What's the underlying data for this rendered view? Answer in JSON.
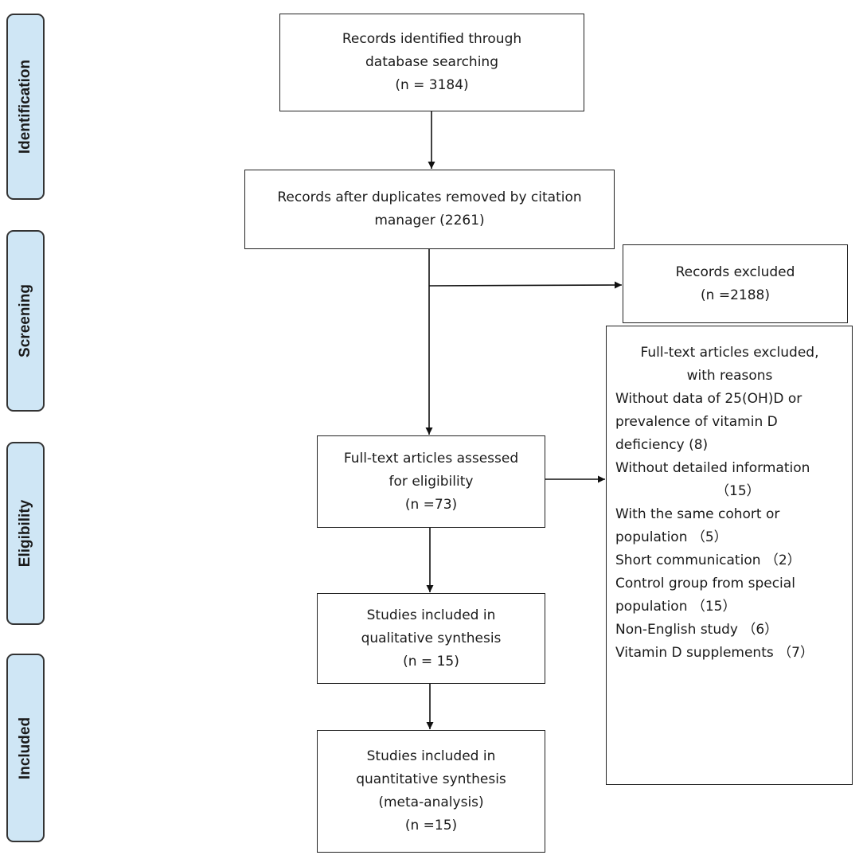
{
  "phases": [
    {
      "id": "identification",
      "label": "Identification"
    },
    {
      "id": "screening",
      "label": "Screening"
    },
    {
      "id": "eligibility",
      "label": "Eligibility"
    },
    {
      "id": "included",
      "label": "Included"
    }
  ],
  "boxes": {
    "identified": [
      "Records identified through",
      "database searching",
      "(n = 3184)"
    ],
    "after_duplicates": [
      "Records after duplicates removed by citation",
      "manager (2261)"
    ],
    "records_excluded": [
      "Records excluded",
      "(n =2188)"
    ],
    "fulltext_assessed": [
      "Full-text articles assessed",
      "for eligibility",
      "(n =73)"
    ],
    "qualitative": [
      "Studies included in",
      "qualitative synthesis",
      "(n = 15)"
    ],
    "quantitative": [
      "Studies included in",
      "quantitative synthesis",
      "(meta-analysis)",
      "(n =15)"
    ]
  },
  "fulltext_excluded": {
    "heading": [
      "Full-text articles excluded,",
      "with reasons"
    ],
    "lines": [
      "Without data of 25(OH)D or",
      "prevalence of vitamin D",
      "deficiency (8)",
      " Without detailed information",
      "（15）",
      "With the same cohort or",
      "population （5）",
      "Short communication （2）",
      "Control group from special",
      "population （15）",
      "Non-English study （6）",
      "Vitamin D supplements （7）"
    ]
  }
}
